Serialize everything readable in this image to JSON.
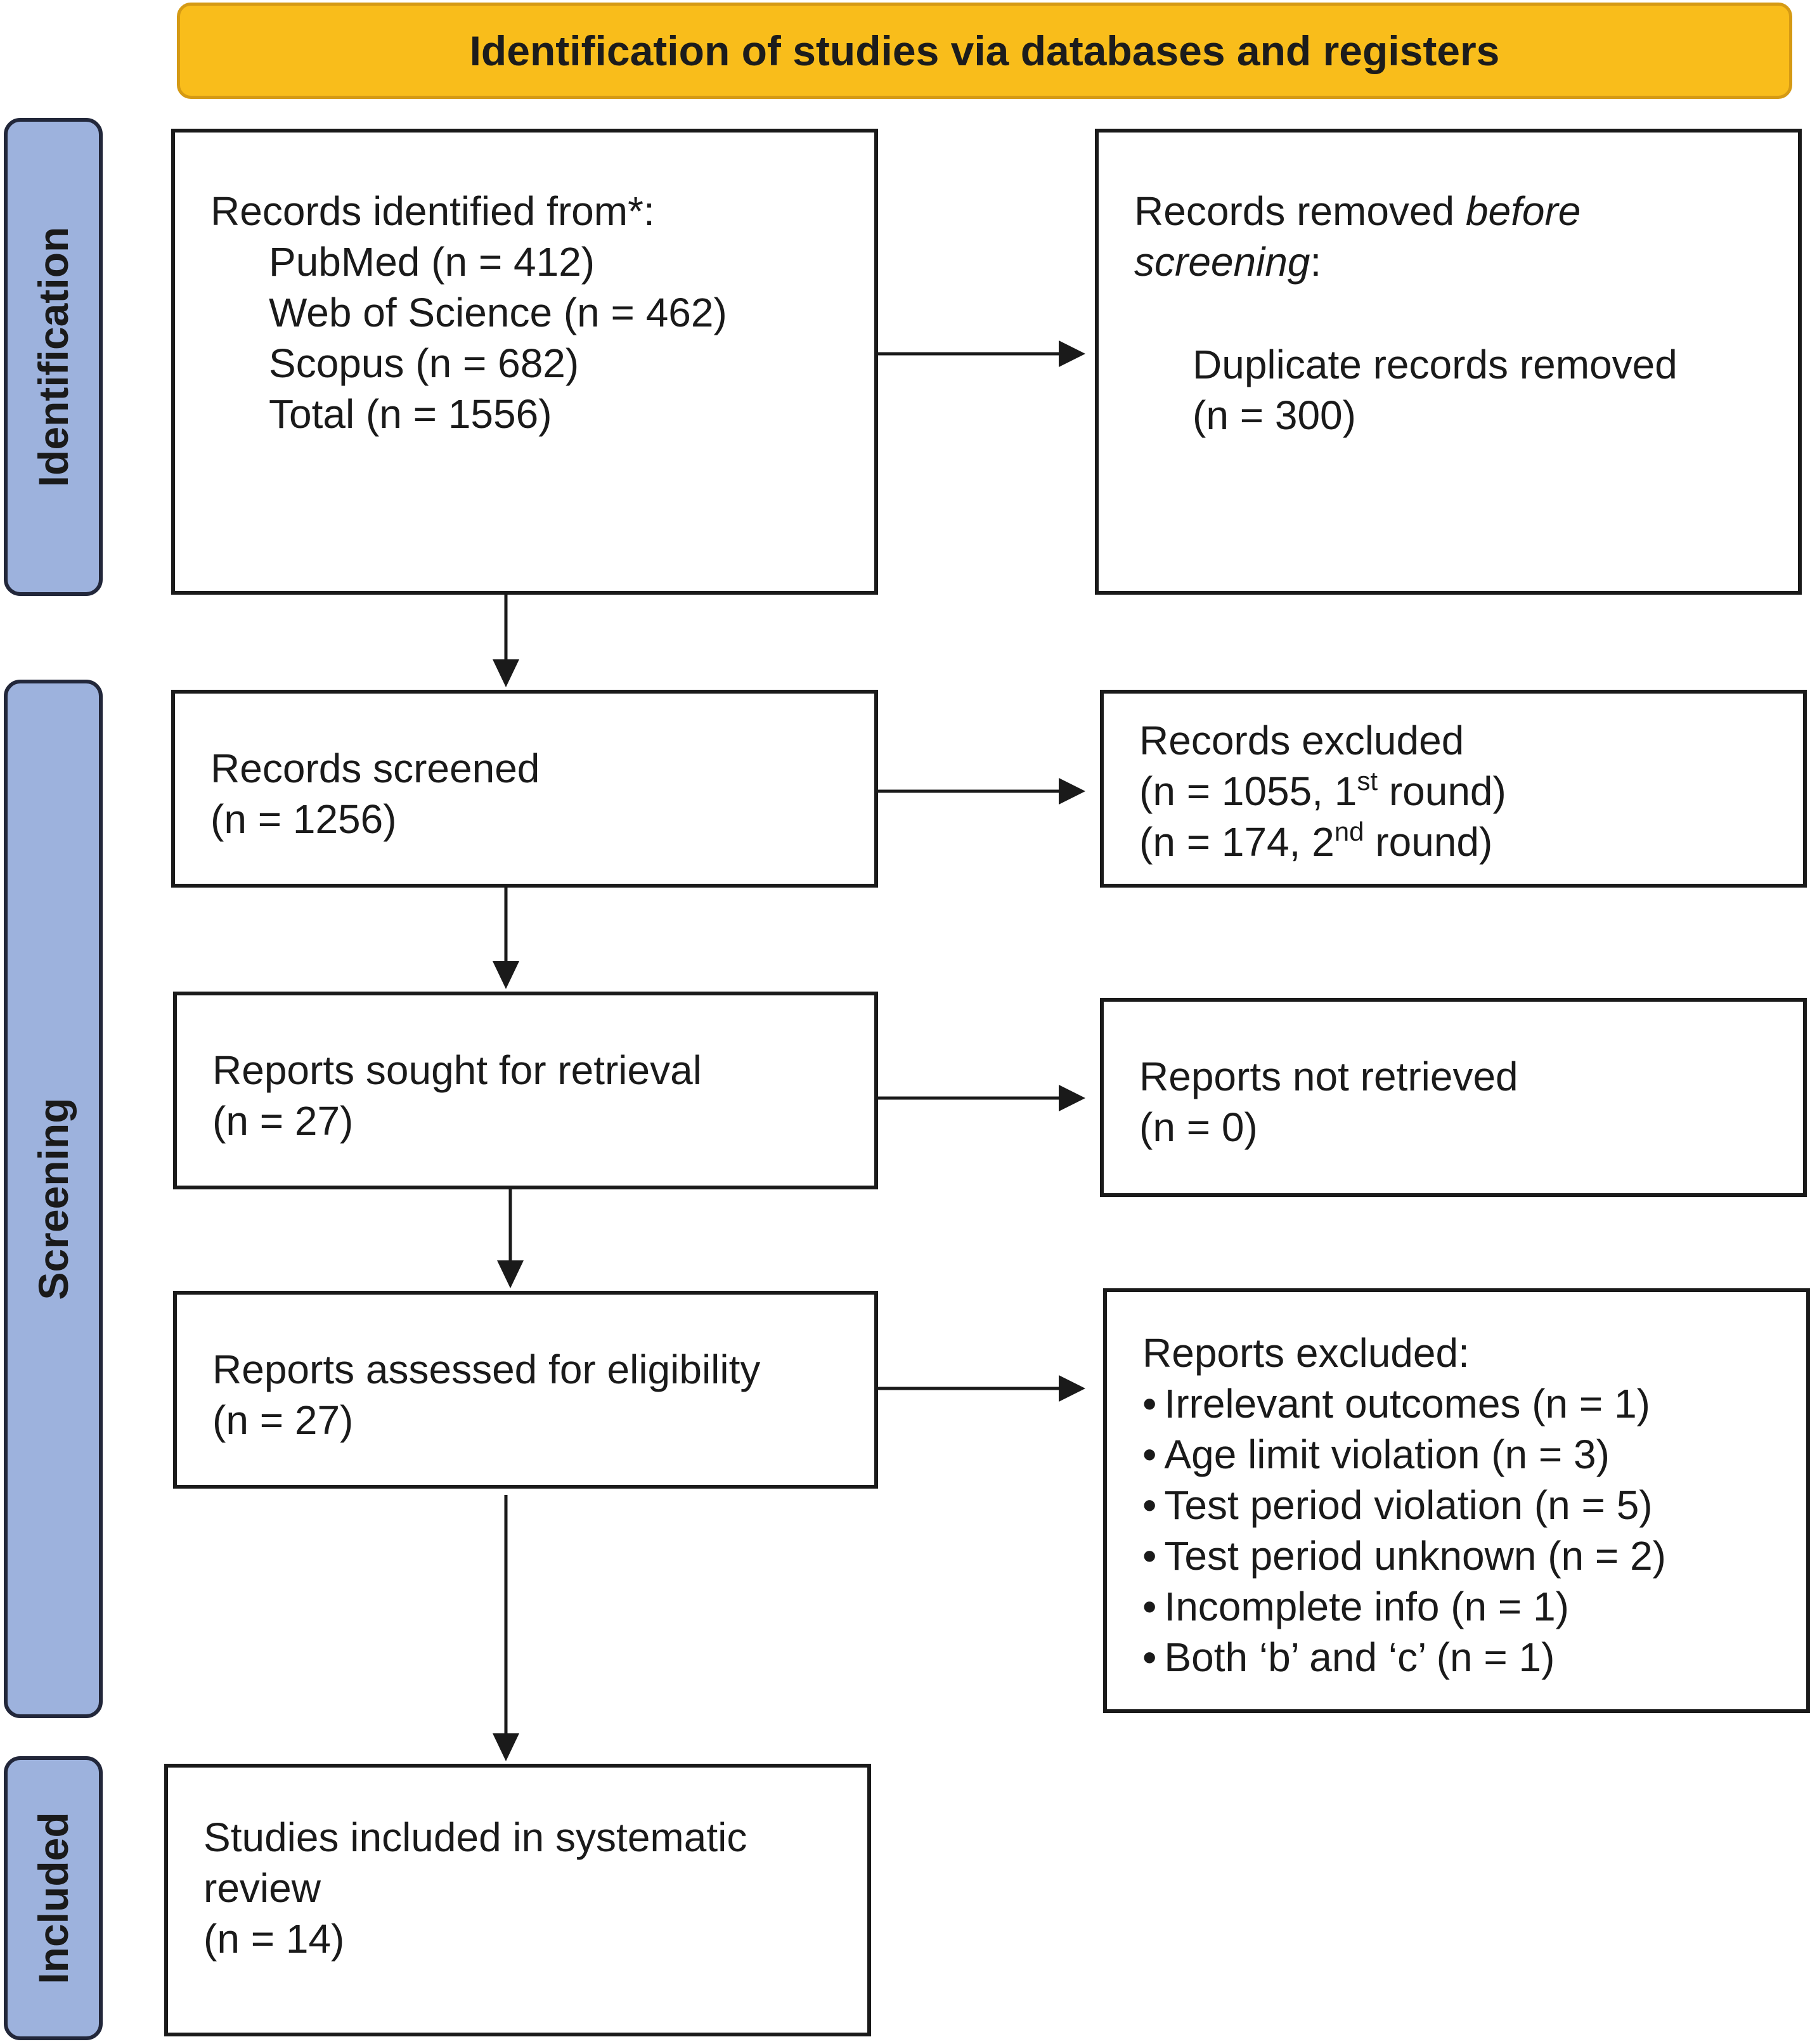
{
  "header": {
    "title": "Identification of studies via databases and registers"
  },
  "phases": {
    "identification": "Identification",
    "screening": "Screening",
    "included": "Included"
  },
  "identified": {
    "heading": "Records identified from*:",
    "sources": [
      "PubMed (n = 412)",
      "Web of Science (n = 462)",
      "Scopus (n = 682)",
      "Total (n = 1556)"
    ]
  },
  "removed": {
    "heading_prefix": "Records removed ",
    "heading_em1": "before",
    "heading_em2": "screening",
    "heading_suffix": ":",
    "item": "Duplicate records removed",
    "count": "(n = 300)"
  },
  "screened": {
    "label": "Records screened",
    "count": "(n = 1256)"
  },
  "excluded": {
    "label": "Records excluded",
    "round1_prefix": "(n = 1055, 1",
    "round1_sup": "st",
    "round1_suffix": " round)",
    "round2_prefix": "(n = 174, 2",
    "round2_sup": "nd",
    "round2_suffix": " round)"
  },
  "sought": {
    "label": "Reports sought for retrieval",
    "count": "(n = 27)"
  },
  "not_retrieved": {
    "label": "Reports not retrieved",
    "count": "(n = 0)"
  },
  "assessed": {
    "label": "Reports assessed for eligibility",
    "count": "(n = 27)"
  },
  "reports_excluded": {
    "heading": "Reports excluded:",
    "reasons": [
      "Irrelevant outcomes (n = 1)",
      "Age limit violation  (n = 3)",
      "Test period violation  (n = 5)",
      "Test period unknown  (n = 2)",
      "Incomplete info (n = 1)",
      "Both ‘b’ and ‘c’ (n = 1)"
    ]
  },
  "included_box": {
    "line1": "Studies included in systematic",
    "line2": "review",
    "count": "(n = 14)"
  }
}
